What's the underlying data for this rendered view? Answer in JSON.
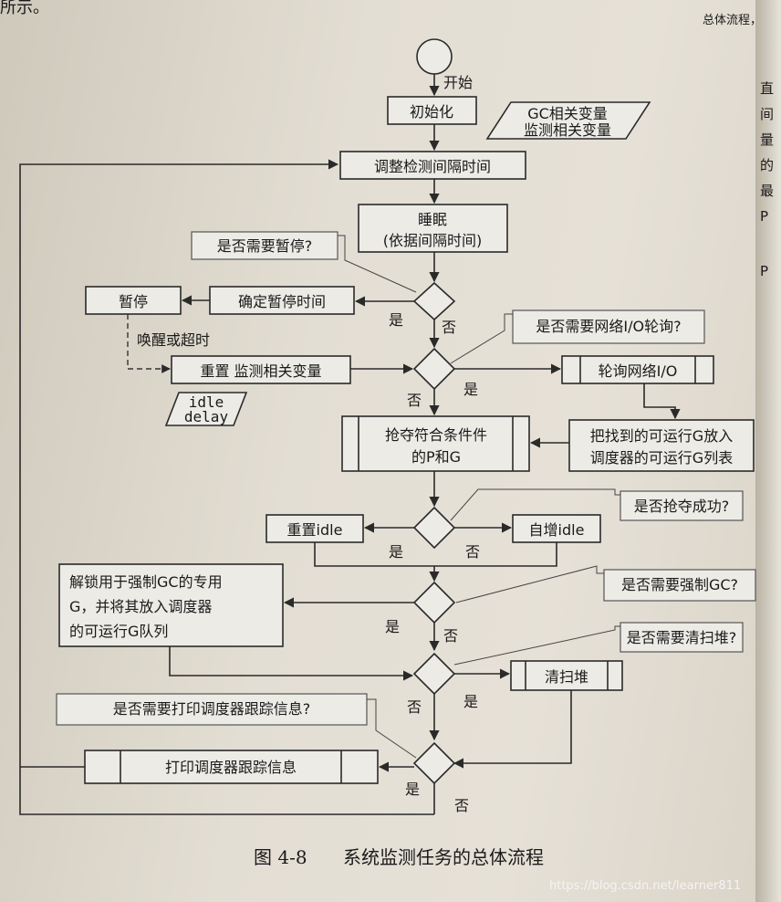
{
  "header": {
    "partial_top_left": "所示。",
    "partial_top_right": "总体流程，"
  },
  "right_margin_chars": [
    "直",
    "间",
    "量",
    "的",
    "最",
    "P",
    "P"
  ],
  "flow": {
    "start": "开始",
    "init": "初始化",
    "vars_note": [
      "GC相关变量",
      "监测相关变量"
    ],
    "adjust": "调整检测间隔时间",
    "sleep": [
      "睡眠",
      "(依据间隔时间)"
    ],
    "q_pause": "是否需要暂停?",
    "confirm_pause": "确定暂停时间",
    "pause": "暂停",
    "wake_timeout": "唤醒或超时",
    "reset_vars": "重置 监测相关变量",
    "idle_delay": [
      "idle",
      "delay"
    ],
    "q_netpoll": "是否需要网络I/O轮询?",
    "netpoll": "轮询网络I/O",
    "put_runnable": [
      "把找到的可运行G放入",
      "调度器的可运行G列表"
    ],
    "preempt": [
      "抢夺符合条件件",
      "的P和G"
    ],
    "q_preempt_ok": "是否抢夺成功?",
    "reset_idle": "重置idle",
    "inc_idle": "自增idle",
    "unlock_gc": [
      "解锁用于强制GC的专用",
      "G，并将其放入调度器",
      "的可运行G队列"
    ],
    "q_force_gc": "是否需要强制GC?",
    "q_sweep": "是否需要清扫堆?",
    "sweep": "清扫堆",
    "q_print": "是否需要打印调度器跟踪信息?",
    "print": "打印调度器跟踪信息",
    "yes": "是",
    "no": "否"
  },
  "caption": {
    "figure_no": "图 4-8",
    "title": "系统监测任务的总体流程"
  },
  "watermark": "https://blog.csdn.net/learner811"
}
